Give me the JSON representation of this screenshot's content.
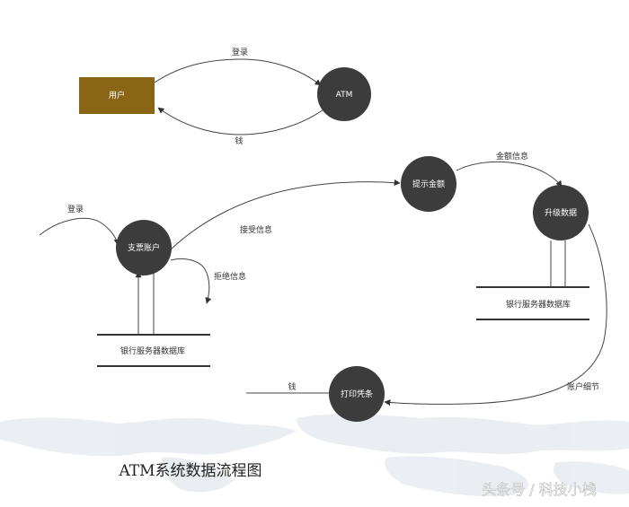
{
  "diagram": {
    "title": "ATM系统数据流程图",
    "nodes": {
      "user": "用户",
      "atm": "ATM",
      "show_amount": "提示金额",
      "upgrade_data": "升级数据",
      "pay_account": "支票账户",
      "print_receipt": "打印凭条"
    },
    "edges": {
      "login_top": "登录",
      "money_top": "钱",
      "amount_info": "金额信息",
      "accept_info": "接受信息",
      "login_left": "登录",
      "reject_info": "拒绝信息",
      "account_detail": "账户细节",
      "money_bottom": "钱"
    },
    "stores": {
      "store_right": "银行服务器数据库",
      "store_left": "银行服务器数据库"
    },
    "colors": {
      "process_fill": "#3d3c3c",
      "entity_fill": "#8a6516",
      "map_tint": "#e4e9ef"
    }
  },
  "watermark": "头条号 / 科技小栈"
}
